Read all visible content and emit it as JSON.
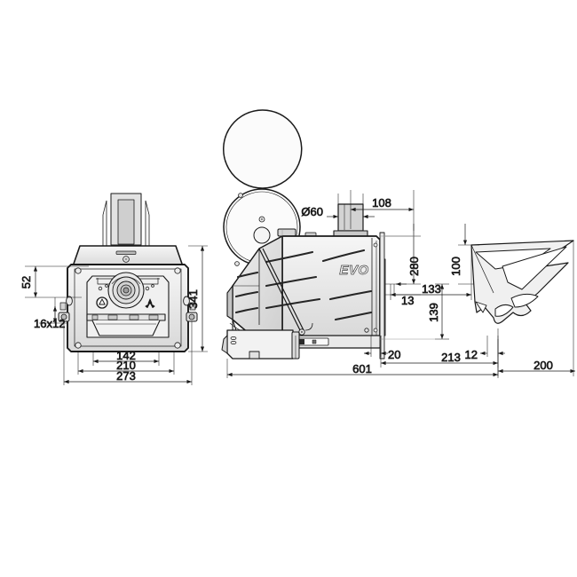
{
  "drawing": {
    "title": "EVO flail mower dimensioned technical drawing",
    "brand_label": "EVO",
    "background_color": "#ffffff",
    "line_color": "#1a1a1a",
    "dimension_color": "#1a1a1a",
    "fill_light": "#f2f2f2",
    "fill_mid": "#dcdcdc",
    "fill_dark": "#bdbdbd"
  },
  "views": {
    "front": {
      "name": "front-view",
      "dimensions": {
        "height_overall": "341",
        "offset_vertical": "52",
        "hole_pattern": "16x12",
        "width_inner": "142",
        "width_mid": "210",
        "width_outer": "273"
      }
    },
    "side": {
      "name": "side-view",
      "dimensions": {
        "pto_diameter": "Ø60",
        "spout_offset": "108",
        "height_280": "280",
        "height_13": "13",
        "length_133": "133",
        "height_139": "139",
        "length_overall": "601",
        "roller_20": "20",
        "length_213": "213",
        "gap_12": "12"
      }
    },
    "blade_detail": {
      "name": "flail-blade-detail",
      "dimensions": {
        "height_100": "100",
        "width_200": "200"
      }
    }
  },
  "labels": {
    "d341": "341",
    "d52": "52",
    "d16x12": "16x12",
    "d142": "142",
    "d210": "210",
    "d273": "273",
    "d60": "Ø60",
    "d108": "108",
    "d280": "280",
    "d13": "13",
    "d133": "133",
    "d139": "139",
    "d100": "100",
    "d601": "601",
    "d20": "20",
    "d213": "213",
    "d12": "12",
    "d200": "200",
    "evo": "EVO"
  }
}
